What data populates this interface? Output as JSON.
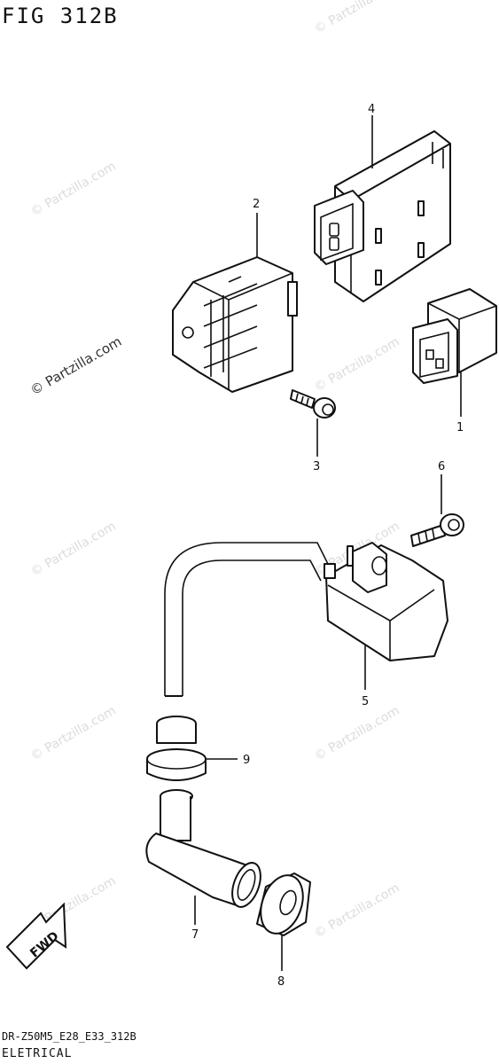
{
  "figure_title": "FIG 312B",
  "footer_code": "DR-Z50M5_E28_E33_312B",
  "footer_category": "ELETRICAL",
  "watermark": "© Partzilla.com",
  "fwd_label": "FWD",
  "callouts": [
    "1",
    "2",
    "3",
    "4",
    "5",
    "6",
    "7",
    "8",
    "9"
  ]
}
